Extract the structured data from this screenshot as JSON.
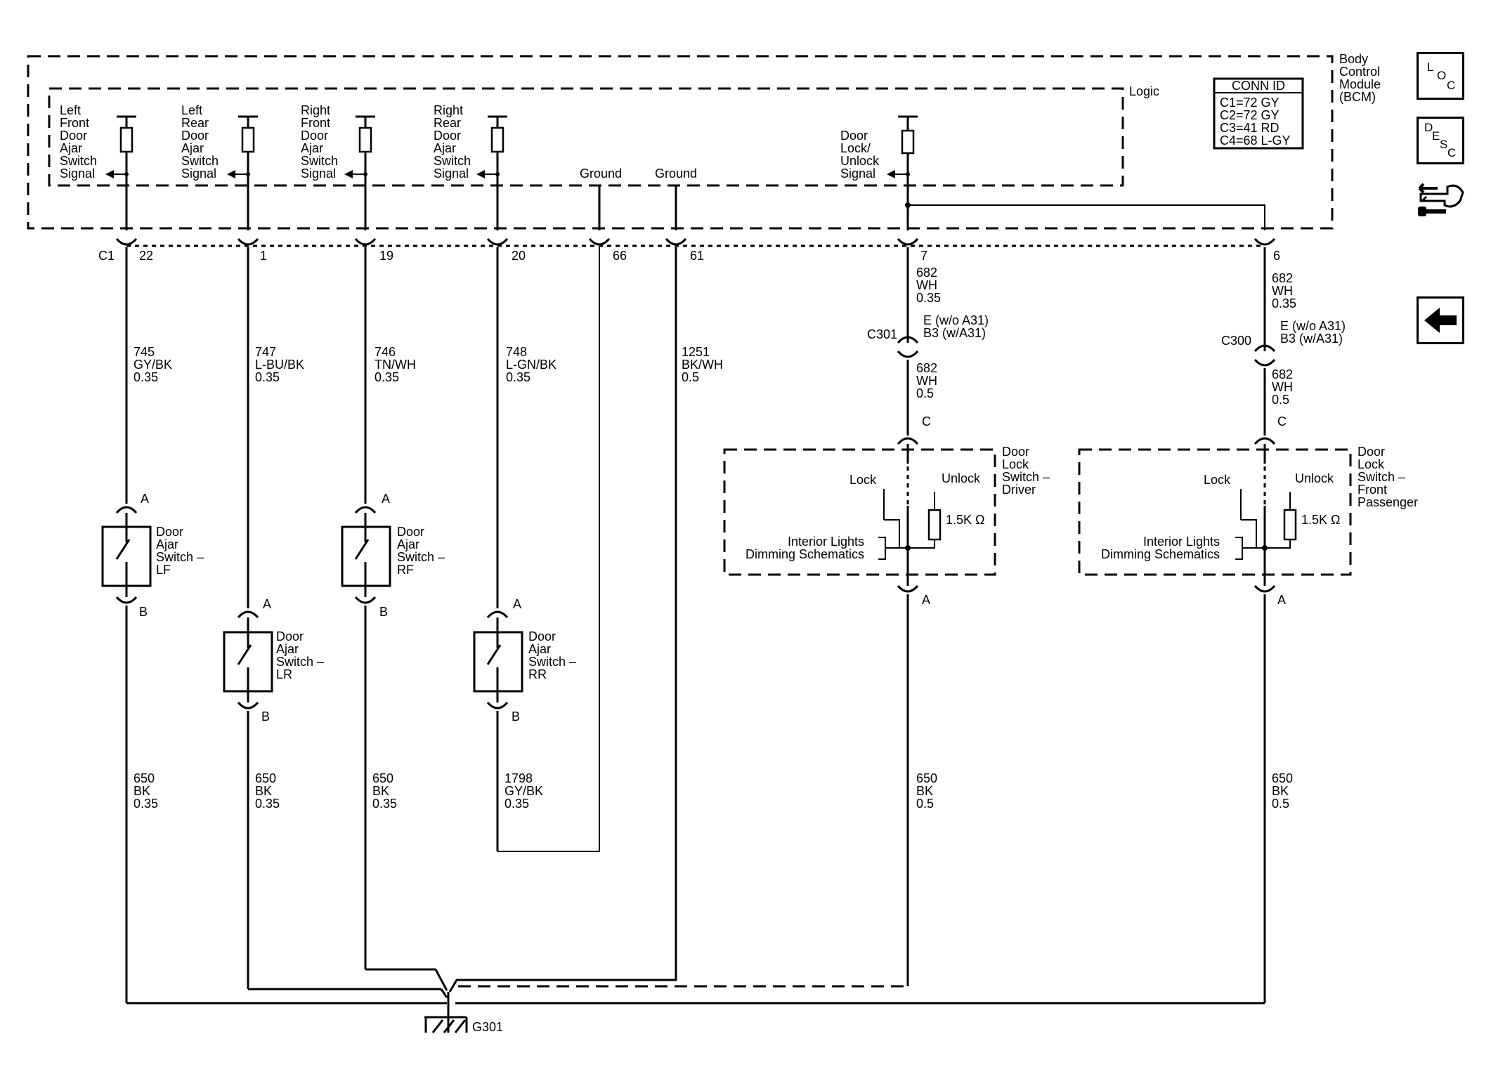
{
  "bcm": {
    "label": [
      "Body",
      "Control",
      "Module",
      "(BCM)"
    ],
    "logic_label": "Logic",
    "conn_id": {
      "title": "CONN ID",
      "rows": [
        "C1=72 GY",
        "C2=72 GY",
        "C3=41 RD",
        "C4=68 L-GY"
      ]
    },
    "signals": {
      "lf": [
        "Left",
        "Front",
        "Door",
        "Ajar",
        "Switch",
        "Signal"
      ],
      "lr": [
        "Left",
        "Rear",
        "Door",
        "Ajar",
        "Switch",
        "Signal"
      ],
      "rf": [
        "Right",
        "Front",
        "Door",
        "Ajar",
        "Switch",
        "Signal"
      ],
      "rr": [
        "Right",
        "Rear",
        "Door",
        "Ajar",
        "Switch",
        "Signal"
      ],
      "door_lock": [
        "Door",
        "Lock/",
        "Unlock",
        "Signal"
      ]
    },
    "ground_labels": [
      "Ground",
      "Ground"
    ],
    "connector": "C1",
    "pins": [
      "22",
      "1",
      "19",
      "20",
      "66",
      "61",
      "7",
      "6"
    ]
  },
  "circuits": {
    "c745": [
      "745",
      "GY/BK",
      "0.35"
    ],
    "c747": [
      "747",
      "L-BU/BK",
      "0.35"
    ],
    "c746": [
      "746",
      "TN/WH",
      "0.35"
    ],
    "c748": [
      "748",
      "L-GN/BK",
      "0.35"
    ],
    "c1251": [
      "1251",
      "BK/WH",
      "0.5"
    ],
    "c682_a": [
      "682",
      "WH",
      "0.35"
    ],
    "c682_b": [
      "682",
      "WH",
      "0.35"
    ],
    "c682_c": [
      "682",
      "WH",
      "0.5"
    ],
    "c682_d": [
      "682",
      "WH",
      "0.5"
    ],
    "g650_lf": [
      "650",
      "BK",
      "0.35"
    ],
    "g650_lr": [
      "650",
      "BK",
      "0.35"
    ],
    "g650_rf": [
      "650",
      "BK",
      "0.35"
    ],
    "g1798": [
      "1798",
      "GY/BK",
      "0.35"
    ],
    "g650_drv": [
      "650",
      "BK",
      "0.5"
    ],
    "g650_pas": [
      "650",
      "BK",
      "0.5"
    ]
  },
  "inline_connectors": {
    "c301": {
      "name": "C301",
      "pins": [
        "E (w/o A31)",
        "B3 (w/A31)"
      ]
    },
    "c300": {
      "name": "C300",
      "pins": [
        "E (w/o A31)",
        "B3 (w/A31)"
      ]
    }
  },
  "switches": {
    "lf": {
      "label": [
        "Door",
        "Ajar",
        "Switch –",
        "LF"
      ],
      "pin_top": "A",
      "pin_bottom": "B"
    },
    "lr": {
      "label": [
        "Door",
        "Ajar",
        "Switch –",
        "LR"
      ],
      "pin_top": "A",
      "pin_bottom": "B"
    },
    "rf": {
      "label": [
        "Door",
        "Ajar",
        "Switch –",
        "RF"
      ],
      "pin_top": "A",
      "pin_bottom": "B"
    },
    "rr": {
      "label": [
        "Door",
        "Ajar",
        "Switch –",
        "RR"
      ],
      "pin_top": "A",
      "pin_bottom": "B"
    }
  },
  "lock_switches": {
    "driver": {
      "label": [
        "Door",
        "Lock",
        "Switch –",
        "Driver"
      ],
      "lock": "Lock",
      "unlock": "Unlock",
      "resistor": "1.5K Ω",
      "dimming": [
        "Interior Lights",
        "Dimming Schematics"
      ],
      "pin_top": "C",
      "pin_bottom": "A"
    },
    "passenger": {
      "label": [
        "Door",
        "Lock",
        "Switch –",
        "Front",
        "Passenger"
      ],
      "lock": "Lock",
      "unlock": "Unlock",
      "resistor": "1.5K Ω",
      "dimming": [
        "Interior Lights",
        "Dimming Schematics"
      ],
      "pin_top": "C",
      "pin_bottom": "A"
    }
  },
  "ground": {
    "name": "G301"
  },
  "nav": {
    "loc": [
      "L",
      "O",
      "C"
    ],
    "desc": [
      "D",
      "E",
      "S",
      "C"
    ],
    "connector_icon": "connector-view-icon",
    "back_icon": "back-arrow-icon"
  }
}
